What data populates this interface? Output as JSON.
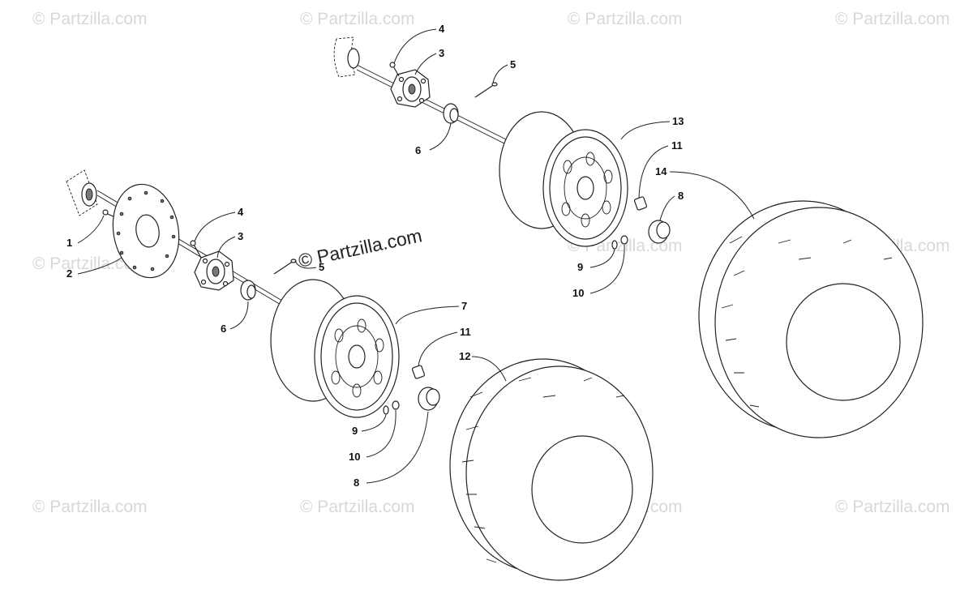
{
  "watermark": {
    "text": "© Partzilla.com",
    "center_text": "© Partzilla.com"
  },
  "callouts": {
    "n1": "1",
    "n2": "2",
    "n3a": "3",
    "n3b": "3",
    "n4a": "4",
    "n4b": "4",
    "n5a": "5",
    "n5b": "5",
    "n6a": "6",
    "n6b": "6",
    "n7": "7",
    "n8a": "8",
    "n8b": "8",
    "n9a": "9",
    "n9b": "9",
    "n10a": "10",
    "n10b": "10",
    "n11a": "11",
    "n11b": "11",
    "n12": "12",
    "n13": "13",
    "n14": "14"
  }
}
